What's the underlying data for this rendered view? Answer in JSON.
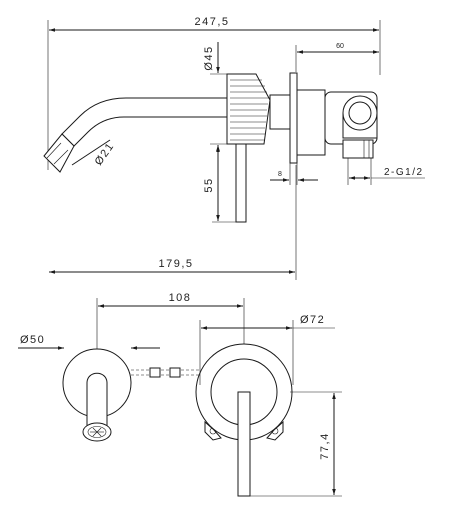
{
  "side_view": {
    "overall_length": "247,5",
    "spout_reach": "179,5",
    "handle_diameter": "Ø45",
    "spout_diameter": "Ø21",
    "handle_height": "55",
    "depth_60": "60",
    "plate_thickness": "8",
    "thread": "2-G1/2"
  },
  "front_view": {
    "center_distance": "108",
    "spout_plate_diameter": "Ø50",
    "handle_plate_diameter": "Ø72",
    "handle_drop": "77,4"
  }
}
